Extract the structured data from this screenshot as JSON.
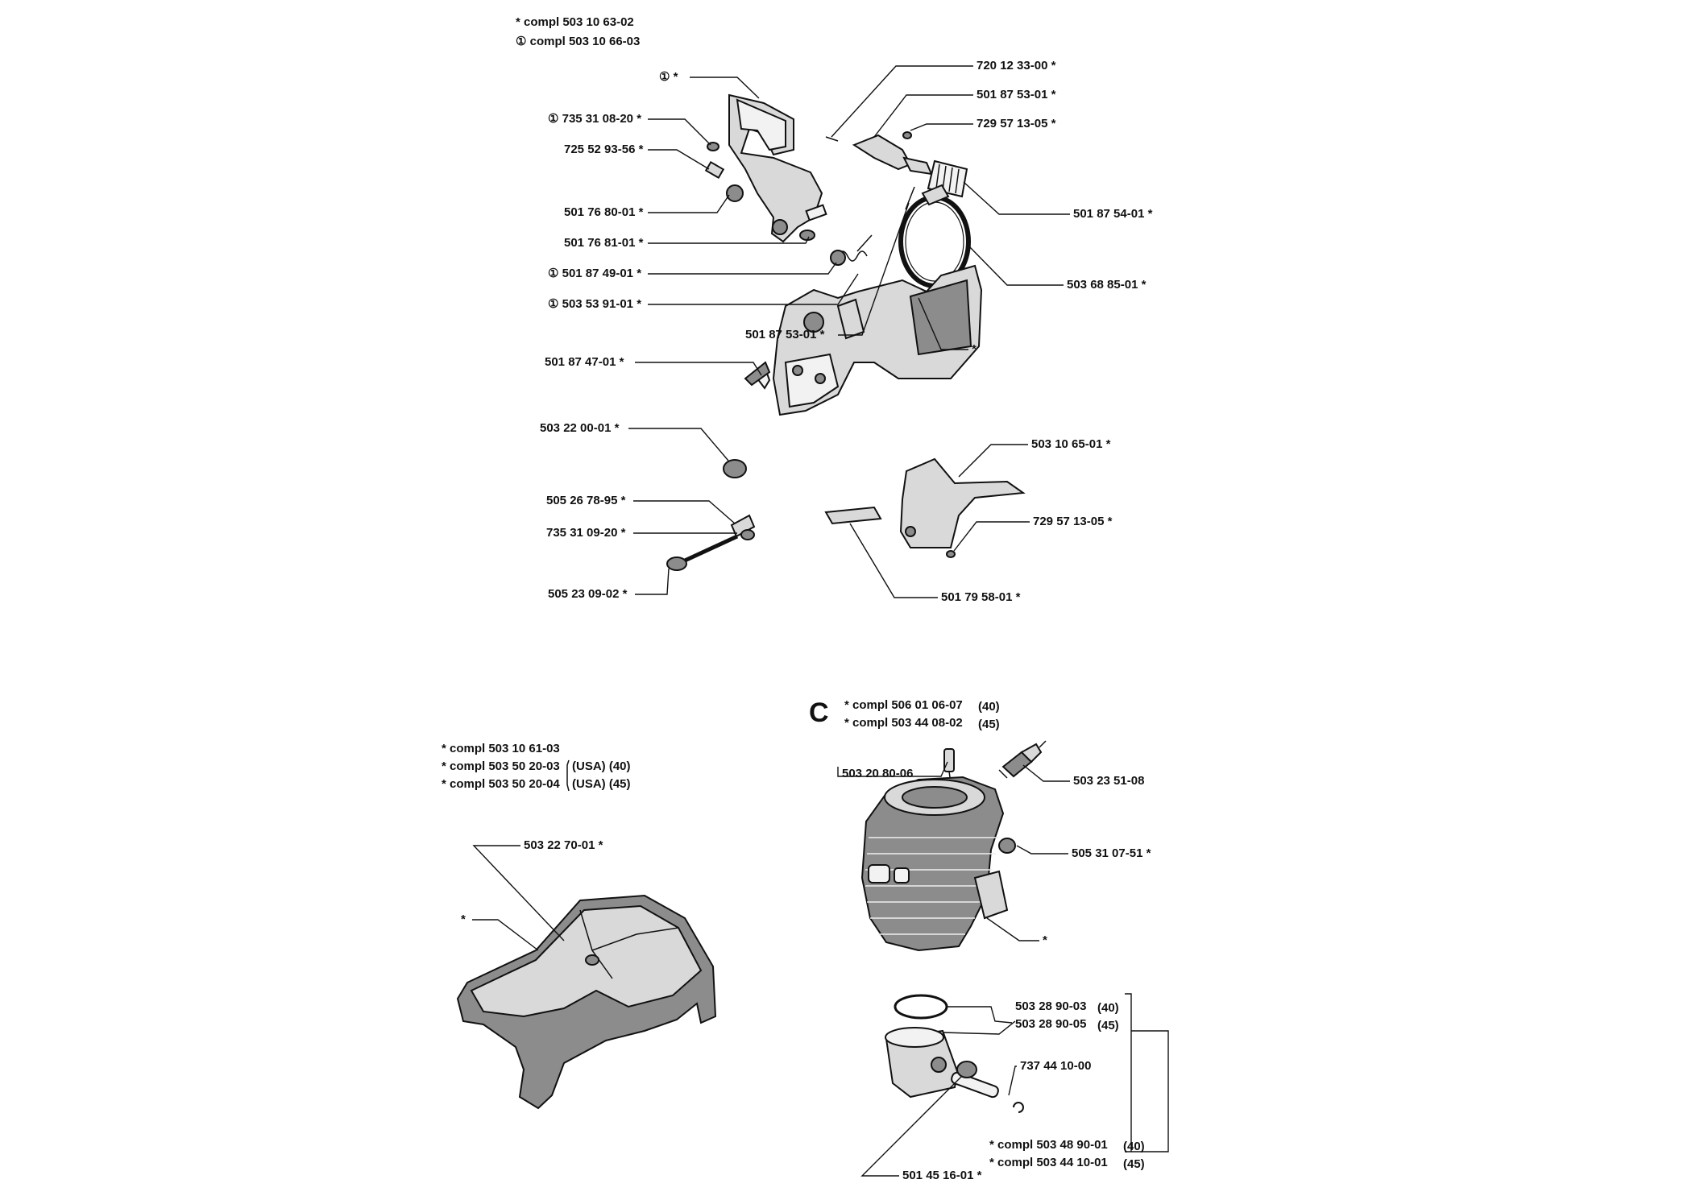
{
  "top_section": {
    "headers": [
      "* compl 503 10 63-02",
      "① compl 503 10 66-03"
    ],
    "labels": [
      "① *",
      "① 735 31 08-20 *",
      "725 52 93-56 *",
      "501 76 80-01 *",
      "501 76 81-01 *",
      "① 501 87 49-01 *",
      "① 503 53 91-01 *",
      "720 12 33-00 *",
      "501 87 53-01 *",
      "729 57 13-05 *",
      "501 87 54-01 *",
      "503 68 85-01 *",
      "501 87 53-01 *",
      "501 87 47-01 *",
      "*",
      "503 22 00-01 *",
      "503 10 65-01 *",
      "505 26 78-95 *",
      "735 31 09-20 *",
      "729 57 13-05 *",
      "505 23 09-02 *",
      "501 79 58-01 *"
    ]
  },
  "cover_section": {
    "headers": [
      "* compl 503 10 61-03",
      "* compl 503 50 20-03",
      "* compl 503 50 20-04"
    ],
    "tags": [
      "(USA) (40)",
      "(USA) (45)"
    ],
    "labels": [
      "503 22 70-01 *",
      "*"
    ]
  },
  "cylinder_section": {
    "letter": "C",
    "headers": [
      "* compl 506 01 06-07",
      "* compl 503 44 08-02"
    ],
    "header_tags": [
      "(40)",
      "(45)"
    ],
    "labels": [
      "503 20 80-06",
      "503 23 51-08",
      "505 31 07-51 *",
      "*",
      "503 28 90-03",
      "503 28 90-05",
      "737 44 10-00",
      "501 45 16-01 *"
    ],
    "ring_tags": [
      "(40)",
      "(45)"
    ],
    "footers": [
      "* compl 503 48 90-01",
      "* compl 503 44 10-01"
    ],
    "footer_tags": [
      "(40)",
      "(45)"
    ]
  }
}
